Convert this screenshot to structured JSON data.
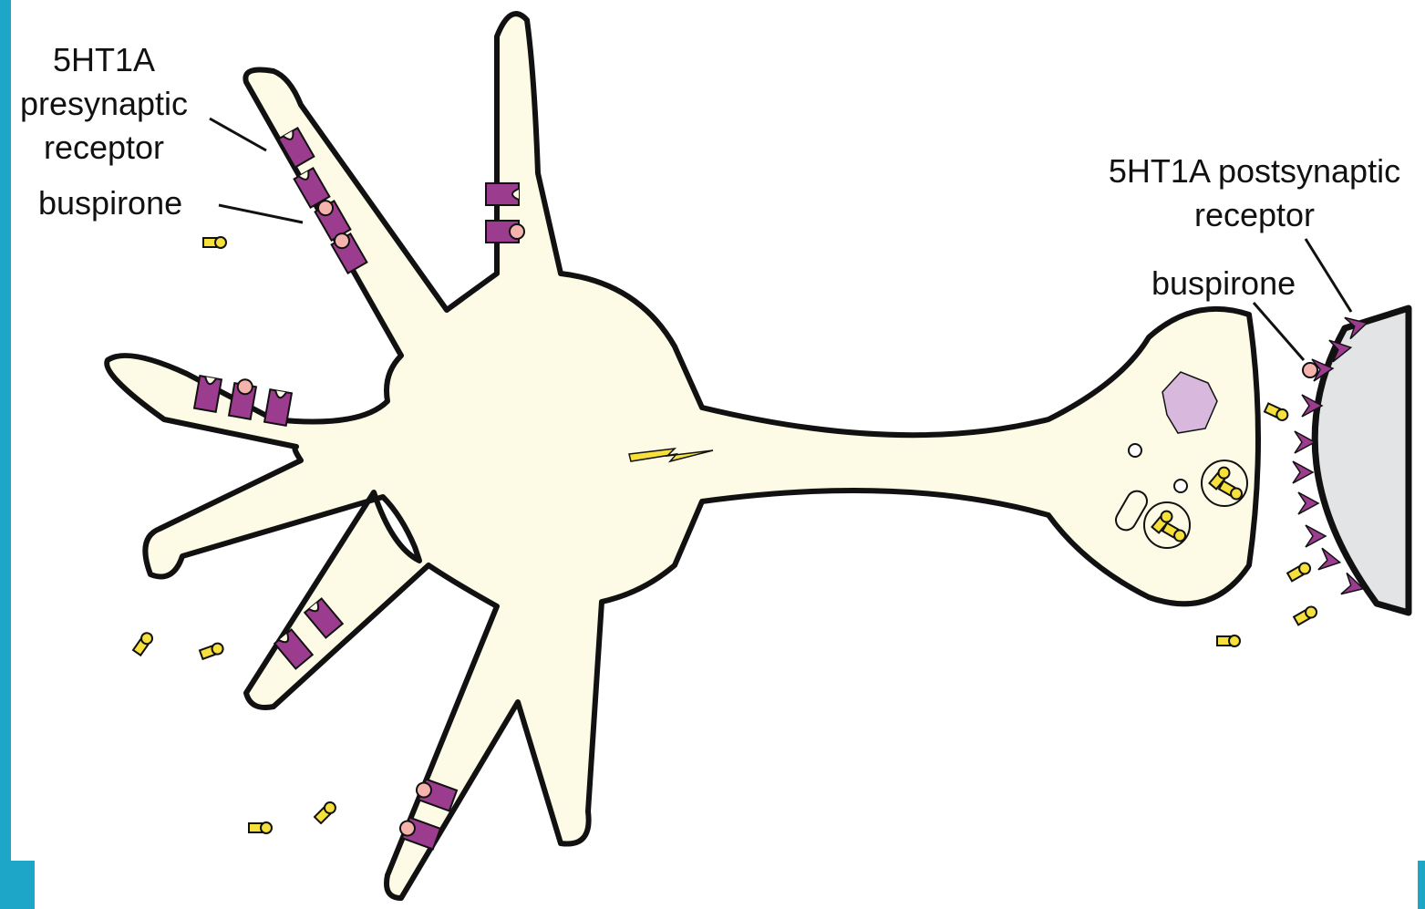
{
  "labels": {
    "pre_receptor_line1": "5HT1A",
    "pre_receptor_line2": "presynaptic",
    "pre_receptor_line3": "receptor",
    "pre_drug": "buspirone",
    "post_receptor_line1": "5HT1A postsynaptic",
    "post_receptor_line2": "receptor",
    "post_drug": "buspirone"
  },
  "colors": {
    "accent": "#1ea6c9",
    "neuron_fill": "#fdfbe6",
    "receptor": "#9b3c8e",
    "drug": "#f4b3ad",
    "serotonin": "#f5e03c",
    "postsynaptic_fill": "#e3e4e6"
  }
}
